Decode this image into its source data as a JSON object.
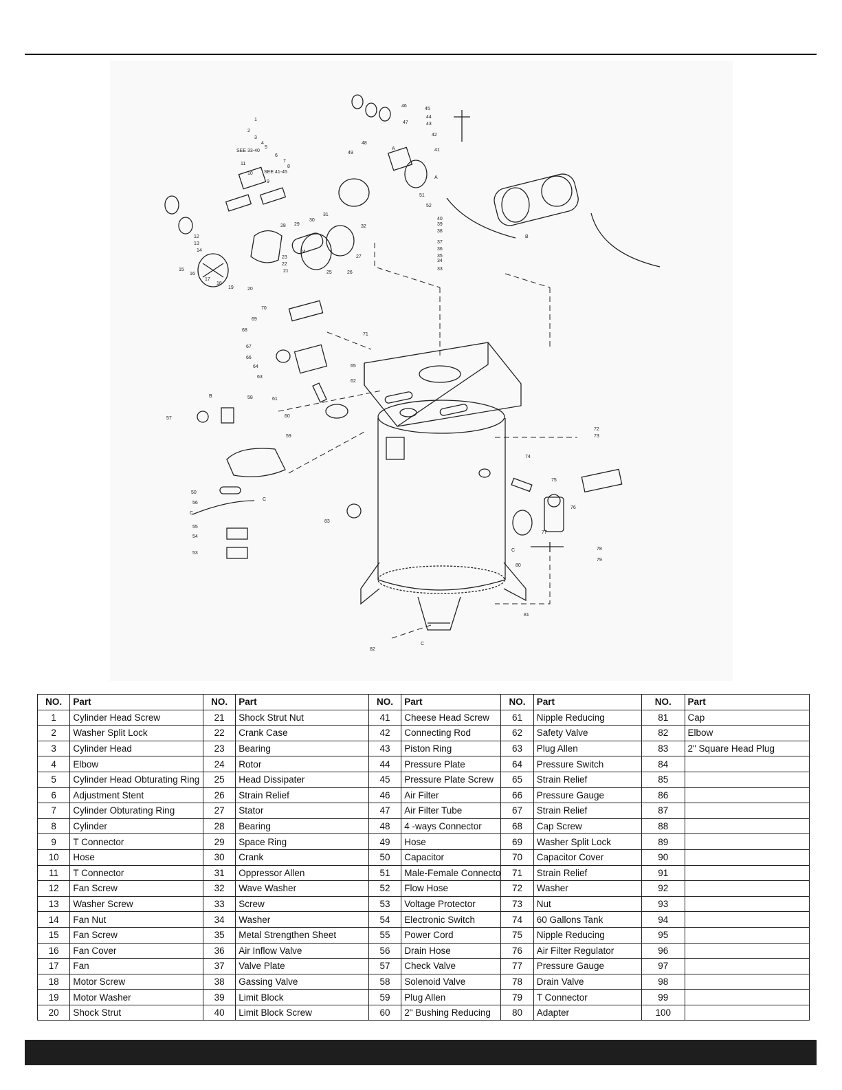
{
  "table": {
    "header_no": "NO.",
    "header_part": "Part",
    "rows": [
      [
        [
          "1",
          "Cylinder Head Screw"
        ],
        [
          "21",
          "Shock Strut Nut"
        ],
        [
          "41",
          "Cheese Head Screw"
        ],
        [
          "61",
          "Nipple Reducing"
        ],
        [
          "81",
          "Cap"
        ]
      ],
      [
        [
          "2",
          "Washer Split Lock"
        ],
        [
          "22",
          "Crank Case"
        ],
        [
          "42",
          "Connecting Rod"
        ],
        [
          "62",
          "Safety Valve"
        ],
        [
          "82",
          "Elbow"
        ]
      ],
      [
        [
          "3",
          "Cylinder Head"
        ],
        [
          "23",
          "Bearing"
        ],
        [
          "43",
          "Piston Ring"
        ],
        [
          "63",
          "Plug Allen"
        ],
        [
          "83",
          "2\" Square Head Plug"
        ]
      ],
      [
        [
          "4",
          "Elbow"
        ],
        [
          "24",
          "Rotor"
        ],
        [
          "44",
          "Pressure Plate"
        ],
        [
          "64",
          "Pressure Switch"
        ],
        [
          "84",
          ""
        ]
      ],
      [
        [
          "5",
          "Cylinder Head Obturating Ring"
        ],
        [
          "25",
          "Head Dissipater"
        ],
        [
          "45",
          "Pressure Plate Screw"
        ],
        [
          "65",
          "Strain Relief"
        ],
        [
          "85",
          ""
        ]
      ],
      [
        [
          "6",
          "Adjustment Stent"
        ],
        [
          "26",
          "Strain Relief"
        ],
        [
          "46",
          "Air Filter"
        ],
        [
          "66",
          "Pressure Gauge"
        ],
        [
          "86",
          ""
        ]
      ],
      [
        [
          "7",
          "Cylinder Obturating Ring"
        ],
        [
          "27",
          "Stator"
        ],
        [
          "47",
          "Air Filter Tube"
        ],
        [
          "67",
          "Strain Relief"
        ],
        [
          "87",
          ""
        ]
      ],
      [
        [
          "8",
          "Cylinder"
        ],
        [
          "28",
          "Bearing"
        ],
        [
          "48",
          "4 -ways Connector"
        ],
        [
          "68",
          "Cap Screw"
        ],
        [
          "88",
          ""
        ]
      ],
      [
        [
          "9",
          "T Connector"
        ],
        [
          "29",
          "Space Ring"
        ],
        [
          "49",
          "Hose"
        ],
        [
          "69",
          "Washer Split Lock"
        ],
        [
          "89",
          ""
        ]
      ],
      [
        [
          "10",
          "Hose"
        ],
        [
          "30",
          "Crank"
        ],
        [
          "50",
          "Capacitor"
        ],
        [
          "70",
          "Capacitor Cover"
        ],
        [
          "90",
          ""
        ]
      ],
      [
        [
          "11",
          "T Connector"
        ],
        [
          "31",
          "Oppressor Allen"
        ],
        [
          "51",
          "Male-Female Connector"
        ],
        [
          "71",
          "Strain Relief"
        ],
        [
          "91",
          ""
        ]
      ],
      [
        [
          "12",
          "Fan Screw"
        ],
        [
          "32",
          "Wave Washer"
        ],
        [
          "52",
          "Flow Hose"
        ],
        [
          "72",
          "Washer"
        ],
        [
          "92",
          ""
        ]
      ],
      [
        [
          "13",
          "Washer Screw"
        ],
        [
          "33",
          "Screw"
        ],
        [
          "53",
          "Voltage Protector"
        ],
        [
          "73",
          "Nut"
        ],
        [
          "93",
          ""
        ]
      ],
      [
        [
          "14",
          "Fan Nut"
        ],
        [
          "34",
          "Washer"
        ],
        [
          "54",
          "Electronic Switch"
        ],
        [
          "74",
          "60 Gallons Tank"
        ],
        [
          "94",
          ""
        ]
      ],
      [
        [
          "15",
          "Fan Screw"
        ],
        [
          "35",
          "Metal Strengthen Sheet"
        ],
        [
          "55",
          "Power Cord"
        ],
        [
          "75",
          "Nipple Reducing"
        ],
        [
          "95",
          ""
        ]
      ],
      [
        [
          "16",
          "Fan Cover"
        ],
        [
          "36",
          "Air Inflow Valve"
        ],
        [
          "56",
          "Drain Hose"
        ],
        [
          "76",
          "Air Filter Regulator"
        ],
        [
          "96",
          ""
        ]
      ],
      [
        [
          "17",
          "Fan"
        ],
        [
          "37",
          "Valve Plate"
        ],
        [
          "57",
          "Check Valve"
        ],
        [
          "77",
          "Pressure Gauge"
        ],
        [
          "97",
          ""
        ]
      ],
      [
        [
          "18",
          "Motor Screw"
        ],
        [
          "38",
          "Gassing Valve"
        ],
        [
          "58",
          "Solenoid Valve"
        ],
        [
          "78",
          "Drain Valve"
        ],
        [
          "98",
          ""
        ]
      ],
      [
        [
          "19",
          "Motor Washer"
        ],
        [
          "39",
          "Limit Block"
        ],
        [
          "59",
          "Plug Allen"
        ],
        [
          "79",
          "T Connector"
        ],
        [
          "99",
          ""
        ]
      ],
      [
        [
          "20",
          "Shock Strut"
        ],
        [
          "40",
          "Limit Block Screw"
        ],
        [
          "60",
          "2\" Bushing Reducing"
        ],
        [
          "80",
          "Adapter"
        ],
        [
          "100",
          ""
        ]
      ]
    ]
  },
  "diagram": {
    "callouts": [
      "1",
      "2",
      "3",
      "4",
      "5",
      "6",
      "7",
      "8",
      "9",
      "10",
      "11",
      "12",
      "13",
      "14",
      "15",
      "16",
      "17",
      "18",
      "19",
      "20",
      "21",
      "22",
      "23",
      "24",
      "25",
      "26",
      "27",
      "28",
      "29",
      "30",
      "31",
      "32",
      "33",
      "34",
      "35",
      "36",
      "37",
      "38",
      "39",
      "40",
      "41",
      "42",
      "43",
      "44",
      "45",
      "46",
      "47",
      "48",
      "49",
      "50",
      "51",
      "52",
      "53",
      "54",
      "55",
      "56",
      "57",
      "58",
      "59",
      "60",
      "61",
      "62",
      "63",
      "64",
      "65",
      "66",
      "67",
      "68",
      "69",
      "70",
      "71",
      "72",
      "73",
      "74",
      "75",
      "76",
      "77",
      "78",
      "79",
      "80",
      "81",
      "82",
      "83"
    ],
    "notes": [
      "SEE 33-40",
      "SEE 41-45"
    ],
    "connectors": [
      "A",
      "B",
      "C"
    ]
  }
}
